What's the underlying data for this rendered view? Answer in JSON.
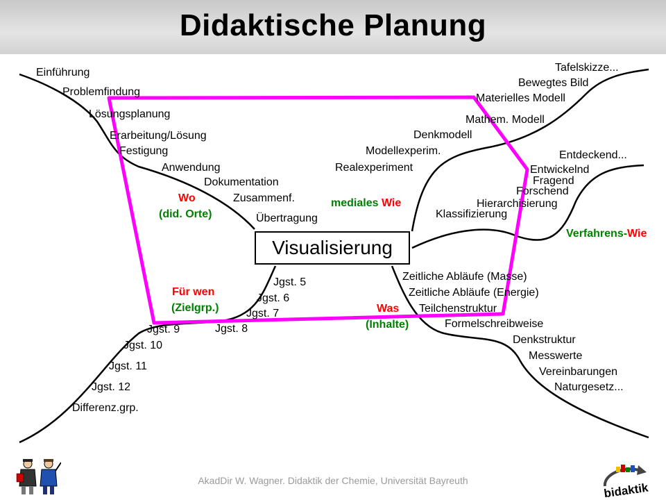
{
  "title": "Didaktische Planung",
  "center": "Visualisierung",
  "left_upper": [
    "Einführung",
    "Problemfindung",
    "Lösungsplanung",
    "Erarbeitung/Lösung",
    "Festigung",
    "Anwendung",
    "Dokumentation",
    "Zusammenf.",
    "Übertragung"
  ],
  "wo": {
    "main": "Wo",
    "sub": "(did. Orte)"
  },
  "right_upper": [
    "Tafelskizze...",
    "Bewegtes Bild",
    "Materielles Modell",
    "Mathem. Modell",
    "Denkmodell",
    "Modellexperim.",
    "Realexperiment"
  ],
  "medial": {
    "main": "mediales ",
    "accent": "Wie"
  },
  "right_mid": [
    "Entdeckend...",
    "Entwickelnd",
    "Fragend",
    "Forschend",
    "Hierarchisierung",
    "Klassifizierung"
  ],
  "verfahren": {
    "main": "Verfahrens-",
    "accent": "Wie"
  },
  "left_lower": [
    "Jgst. 5",
    "Jgst. 6",
    "Jgst. 7",
    "Jgst. 8",
    "Jgst. 9",
    "Jgst. 10",
    "Jgst. 11",
    "Jgst. 12",
    "Differenz.grp."
  ],
  "fuer": {
    "main": "Für wen",
    "sub": "(Zielgrp.)"
  },
  "right_lower": [
    "Zeitliche Abläufe (Masse)",
    "Zeitliche Abläufe (Energie)",
    "Teilchenstruktur",
    "Formelschreibweise",
    "Denkstruktur",
    "Messwerte",
    "Vereinbarungen",
    "Naturgesetz..."
  ],
  "was": {
    "main": "Was",
    "sub": "(Inhalte)"
  },
  "footer": "AkadDir W. Wagner. Didaktik der Chemie, Universität Bayreuth",
  "logo_text": "bidaktik",
  "colors": {
    "highlight": "#ff00ff",
    "red": "#ff0000",
    "green": "#008000",
    "line": "#000000"
  }
}
